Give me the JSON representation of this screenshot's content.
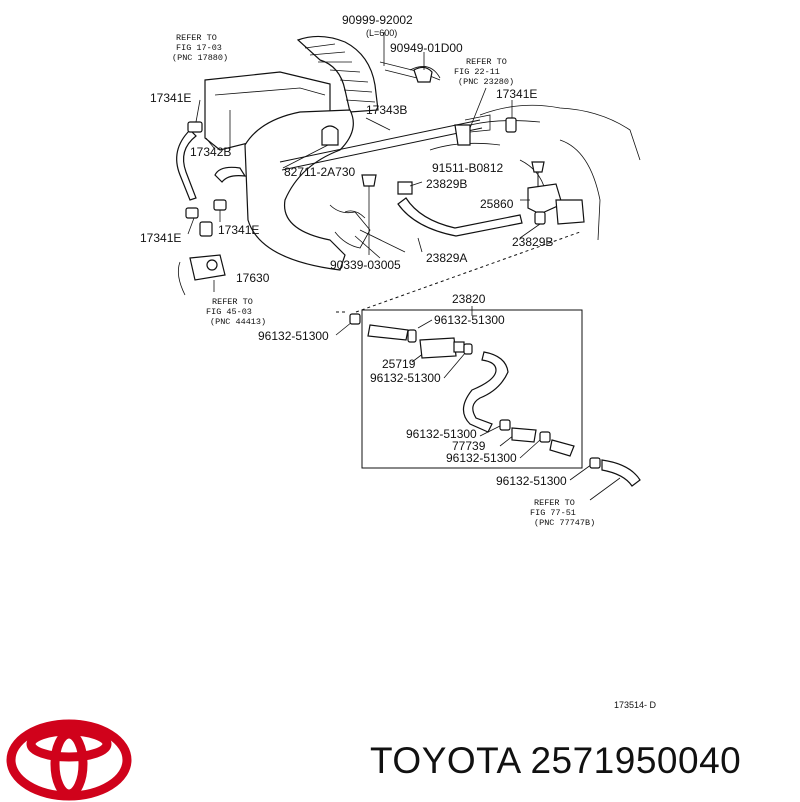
{
  "diagram": {
    "parts": {
      "p90999": "90999-92002",
      "pL600": "(L=600)",
      "p90949": "90949-01D00",
      "p17341E_a": "17341E",
      "p17341E_b": "17341E",
      "p17341E_c": "17341E",
      "p17341E_d": "17341E",
      "p17343B": "17343B",
      "p17342B": "17342B",
      "p82711": "82711-2A730",
      "p91511": "91511-B0812",
      "p23829B_a": "23829B",
      "p23829B_b": "23829B",
      "p25860": "25860",
      "p23829A": "23829A",
      "p90339": "90339-03005",
      "p17630": "17630",
      "p23820": "23820",
      "p96132_a": "96132-51300",
      "p96132_b": "96132-51300",
      "p96132_c": "96132-51300",
      "p96132_d": "96132-51300",
      "p96132_e": "96132-51300",
      "p96132_f": "96132-51300",
      "p25719": "25719",
      "p77739": "77739"
    },
    "refs": {
      "r1": [
        "REFER TO",
        "FIG 17-03",
        "(PNC 17880)"
      ],
      "r2": [
        "REFER TO",
        "FIG 22-11",
        "(PNC 23280)"
      ],
      "r3": [
        "REFER TO",
        "FIG 45-03",
        "(PNC 44413)"
      ],
      "r4": [
        "REFER TO",
        "FIG 77-51",
        "(PNC 77747B)"
      ]
    },
    "drawing_id": "173514- D"
  },
  "brand": {
    "name": "TOYOTA",
    "part_number": "2571950040",
    "logo_color": "#d0021b"
  }
}
